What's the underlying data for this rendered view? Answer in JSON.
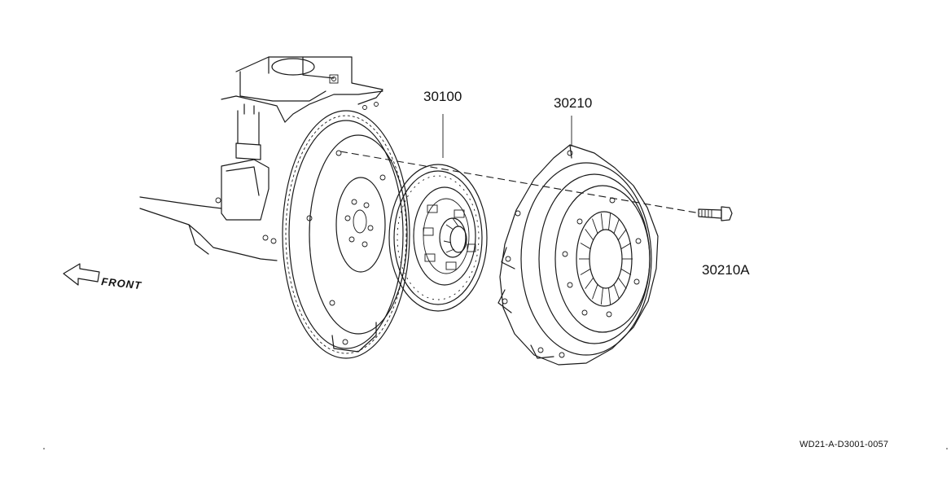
{
  "diagram": {
    "direction_label": "FRONT",
    "parts": {
      "clutch_disc": "30100",
      "clutch_cover": "30210",
      "bolt": "30210A"
    },
    "drawing_code": "WD21-A-D3001-0057"
  }
}
